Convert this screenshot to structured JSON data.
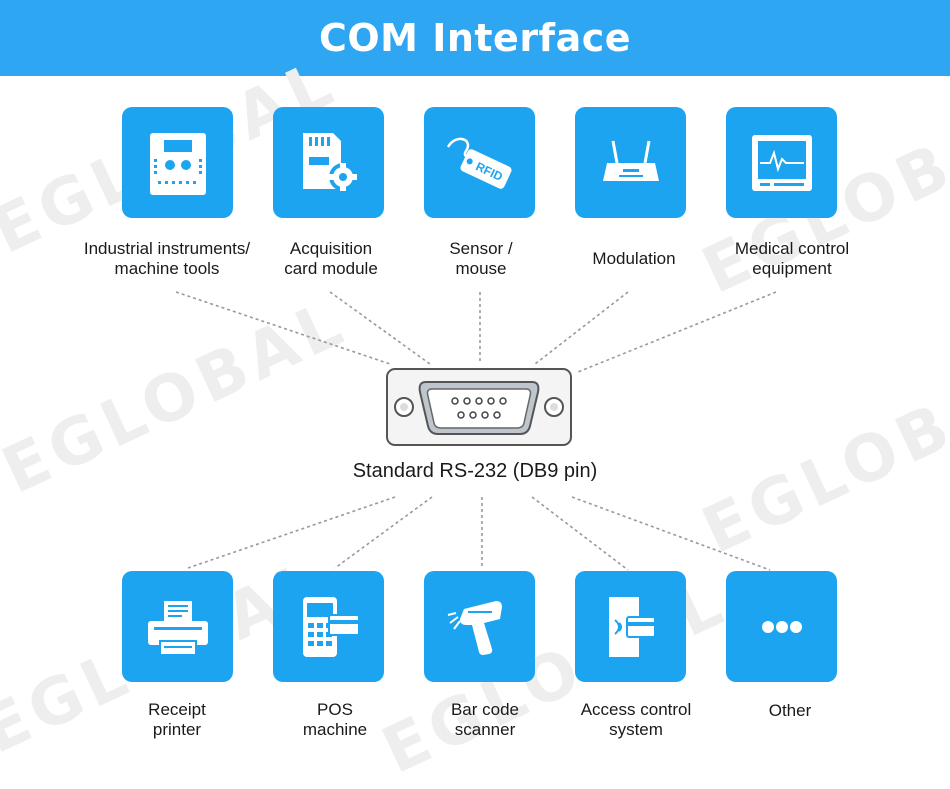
{
  "header": {
    "title": "COM Interface"
  },
  "watermark": {
    "text": "EGLOBAL"
  },
  "connector": {
    "caption": "Standard RS-232 (DB9 pin)"
  },
  "icon_color": "#1da4f0",
  "banner_color": "#2ea6f2",
  "devices_top": [
    {
      "icon": "industrial-instrument-icon",
      "label_lines": [
        "Industrial instruments/",
        "machine tools"
      ]
    },
    {
      "icon": "acquisition-card-icon",
      "label_lines": [
        "Acquisition",
        "card module"
      ]
    },
    {
      "icon": "rfid-tag-icon",
      "icon_text": "RFID",
      "label_lines": [
        "Sensor /",
        "mouse"
      ]
    },
    {
      "icon": "router-icon",
      "label_lines": [
        "Modulation"
      ]
    },
    {
      "icon": "medical-monitor-icon",
      "label_lines": [
        "Medical control",
        "equipment"
      ]
    }
  ],
  "devices_bottom": [
    {
      "icon": "receipt-printer-icon",
      "label_lines": [
        "Receipt",
        "printer"
      ]
    },
    {
      "icon": "pos-machine-icon",
      "label_lines": [
        "POS",
        "machine"
      ]
    },
    {
      "icon": "barcode-scanner-icon",
      "label_lines": [
        "Bar code",
        "scanner"
      ]
    },
    {
      "icon": "access-control-icon",
      "label_lines": [
        "Access control",
        "system"
      ]
    },
    {
      "icon": "more-dots-icon",
      "label_lines": [
        "Other"
      ]
    }
  ]
}
